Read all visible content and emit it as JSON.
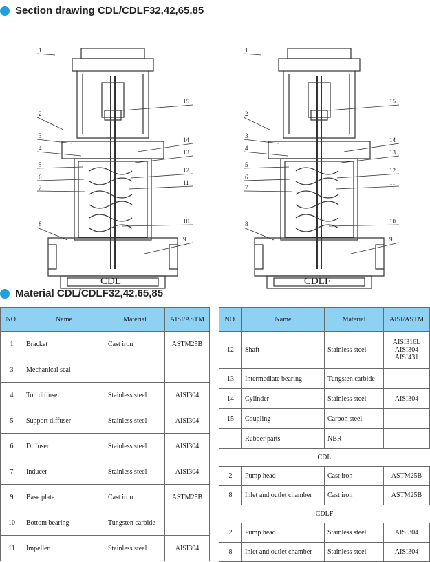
{
  "section_title": "Section drawing CDL/CDLF32,42,65,85",
  "material_title": "Material  CDL/CDLF32,42,65,85",
  "drawings": [
    {
      "caption": "CDL",
      "left_labels": [
        "1",
        "2",
        "3",
        "4",
        "5",
        "6",
        "7",
        "8"
      ],
      "right_labels": [
        "15",
        "14",
        "13",
        "12",
        "11",
        "10",
        "9"
      ]
    },
    {
      "caption": "CDLF",
      "left_labels": [
        "1",
        "2",
        "3",
        "4",
        "5",
        "6",
        "7",
        "8"
      ],
      "right_labels": [
        "15",
        "14",
        "13",
        "12",
        "11",
        "10",
        "9"
      ]
    }
  ],
  "table_headers": {
    "no": "NO.",
    "name": "Name",
    "material": "Material",
    "aisi": "AISI/ASTM"
  },
  "left_rows": [
    {
      "no": "1",
      "name": "Bracket",
      "material": "Cast iron",
      "aisi": "ASTM25B"
    },
    {
      "no": "3",
      "name": "Mechanical seal",
      "material": "",
      "aisi": ""
    },
    {
      "no": "4",
      "name": "Top diffuser",
      "material": "Stainless steel",
      "aisi": "AISI304"
    },
    {
      "no": "5",
      "name": "Support diffuser",
      "material": "Stainless steel",
      "aisi": "AISI304"
    },
    {
      "no": "6",
      "name": "Diffuser",
      "material": "Stainless steel",
      "aisi": "AISI304"
    },
    {
      "no": "7",
      "name": "Inducer",
      "material": "Stainless steel",
      "aisi": "AISI304"
    },
    {
      "no": "9",
      "name": "Base plate",
      "material": "Cast iron",
      "aisi": "ASTM25B"
    },
    {
      "no": "10",
      "name": "Bottom bearing",
      "material": "Tungsten carbide",
      "aisi": ""
    },
    {
      "no": "11",
      "name": "Impeller",
      "material": "Stainless steel",
      "aisi": "AISI304"
    }
  ],
  "right_rows": [
    {
      "no": "12",
      "name": "Shaft",
      "material": "Stainless steel",
      "aisi": "AISI316L\nAISI304\nAISI431"
    },
    {
      "no": "13",
      "name": "Intermediate bearing",
      "material": "Tungsten carbide",
      "aisi": ""
    },
    {
      "no": "14",
      "name": "Cylinder",
      "material": "Stainless steel",
      "aisi": "AISI304"
    },
    {
      "no": "15",
      "name": "Coupling",
      "material": "Carbon steel",
      "aisi": ""
    },
    {
      "no": "",
      "name": "Rubber parts",
      "material": "NBR",
      "aisi": ""
    }
  ],
  "group_cdl": "CDL",
  "cdl_rows": [
    {
      "no": "2",
      "name": "Pump head",
      "material": "Cast iron",
      "aisi": "ASTM25B"
    },
    {
      "no": "8",
      "name": "Inlet and outlet chamber",
      "material": "Cast iron",
      "aisi": "ASTM25B"
    }
  ],
  "group_cdlf": "CDLF",
  "cdlf_rows": [
    {
      "no": "2",
      "name": "Pump head",
      "material": "Stainless steel",
      "aisi": "AISI304"
    },
    {
      "no": "8",
      "name": "Inlet and outlet chamber",
      "material": "Stainless steel",
      "aisi": "AISI304"
    }
  ],
  "colors": {
    "accent": "#1fa0dc",
    "header_fill": "#8ed1f2",
    "line": "#333333"
  }
}
